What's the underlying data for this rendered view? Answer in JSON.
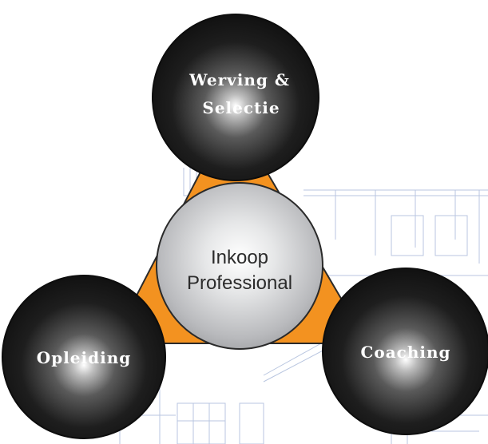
{
  "diagram": {
    "center": {
      "line1": "Inkoop",
      "line2": "Professional"
    },
    "nodes": {
      "top": {
        "line1": "Werving &",
        "line2": "Selectie"
      },
      "left": {
        "line1": "Opleiding"
      },
      "right": {
        "line1": "Coaching"
      }
    }
  },
  "colors": {
    "triangle_fill": "#f39220",
    "outer_circle": "#1a1a1a",
    "center_circle": "#c8c9cb",
    "background_sketch": "#b9c6e0"
  }
}
